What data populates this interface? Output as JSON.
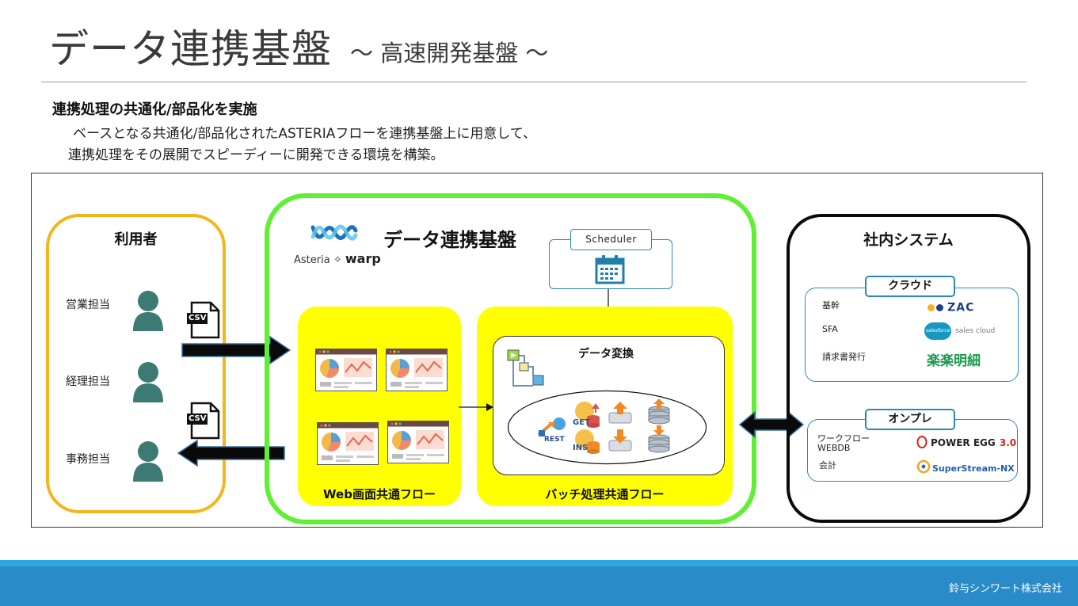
{
  "header": {
    "title": "データ連携基盤",
    "subtitle": "～ 高速開発基盤 ～"
  },
  "lead": {
    "heading": "連携処理の共通化/部品化を実施",
    "line1": "ベースとなる共通化/部品化されたASTERIAフローを連携基盤上に用意して、",
    "line2": "連携処理をその展開でスピーディーに開発できる環境を構築。"
  },
  "users": {
    "title": "利用者",
    "items": [
      "営業担当",
      "経理担当",
      "事務担当"
    ],
    "file_badge": "CSV"
  },
  "platform": {
    "title": "データ連携基盤",
    "brand_prefix": "Asteria",
    "brand_name": "warp",
    "scheduler_label": "Scheduler",
    "web_label": "Web画面共通フロー",
    "batch_label": "バッチ処理共通フロー",
    "conversion_title": "データ変換",
    "op_labels": [
      "GET",
      "INS",
      "REST"
    ]
  },
  "internal": {
    "title": "社内システム",
    "cloud": {
      "tag": "クラウド",
      "rows": [
        {
          "label": "基幹",
          "brand": "ZAC"
        },
        {
          "label": "SFA",
          "brand": "sales cloud",
          "brand_small": "salesforce"
        },
        {
          "label": "請求書発行",
          "brand": "楽楽明細"
        }
      ]
    },
    "onprem": {
      "tag": "オンプレ",
      "rows": [
        {
          "label": "ワークフロー",
          "brand": "POWER EGG",
          "brand_version": "3.0"
        },
        {
          "label": "WEBDB"
        },
        {
          "label": "会計",
          "brand": "SuperStream-NX"
        }
      ]
    }
  },
  "footer": {
    "company": "鈴与シンワート株式会社"
  },
  "colors": {
    "users_border": "#f5b41b",
    "platform_border": "#5ff033",
    "flow_fill": "#ffff00",
    "footer": "#2a8bc9",
    "panel_border": "#2b89b8"
  }
}
